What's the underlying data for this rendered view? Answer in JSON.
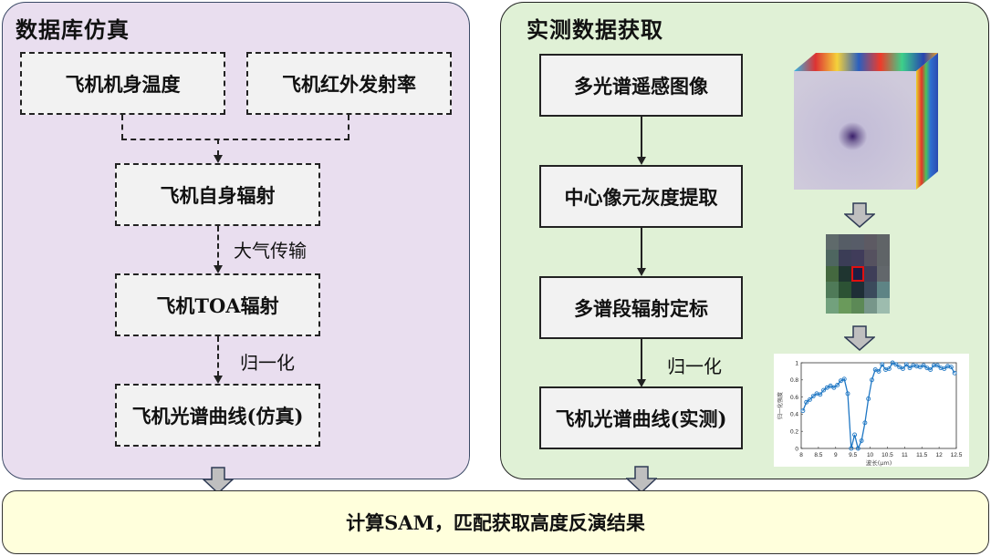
{
  "left_panel": {
    "title": "数据库仿真",
    "boxes": {
      "body_temp": "飞机机身温度",
      "ir_emissivity": "飞机红外发射率",
      "self_radiation": "飞机自身辐射",
      "toa_radiation": "飞机TOA辐射",
      "spectrum_sim": "飞机光谱曲线(仿真)"
    },
    "edge_labels": {
      "atmospheric_transfer": "大气传输",
      "normalization": "归一化"
    }
  },
  "right_panel": {
    "title": "实测数据获取",
    "boxes": {
      "multispectral_image": "多光谱遥感图像",
      "center_pixel": "中心像元灰度提取",
      "calibration": "多谱段辐射定标",
      "spectrum_measured": "飞机光谱曲线(实测)"
    },
    "edge_labels": {
      "normalization": "归一化"
    },
    "pixel_grid": {
      "colors": [
        [
          "#5f6a6b",
          "#565d66",
          "#575c68",
          "#5d5a63",
          "#606467"
        ],
        [
          "#4e6660",
          "#3b3d56",
          "#403c5a",
          "#55515f",
          "#5f6467"
        ],
        [
          "#44683f",
          "#1f3530",
          "#1d1d44",
          "#3e3e58",
          "#62676b"
        ],
        [
          "#4f7a58",
          "#2c5234",
          "#1e2e36",
          "#3b4a5c",
          "#5e8485"
        ],
        [
          "#72a17d",
          "#6a9a5b",
          "#5c8956",
          "#77968a",
          "#9dbcae"
        ]
      ],
      "highlight": {
        "row": 2,
        "col": 2,
        "color": "#e01010"
      }
    }
  },
  "bottom": {
    "label": "计算SAM，匹配获取高度反演结果"
  },
  "colors": {
    "left_panel_bg": "#e9deef",
    "right_panel_bg": "#e0f1d6",
    "bottom_bg": "#ffffdc",
    "box_bg": "#f2f2f2",
    "big_arrow_fill": "#bfbfbf",
    "big_arrow_stroke": "#2f3b55",
    "chart_line": "#1f77c4"
  },
  "chart_data": {
    "type": "line",
    "title": "",
    "xlabel": "波长(μm)",
    "ylabel": "归一化强度",
    "xlim": [
      8,
      12.5
    ],
    "ylim": [
      0,
      1
    ],
    "xticks": [
      "8",
      "8.5",
      "9",
      "9.5",
      "10",
      "10.5",
      "11",
      "11.5",
      "12",
      "12.5"
    ],
    "yticks": [
      "0",
      "0.2",
      "0.4",
      "0.6",
      "0.8",
      "1"
    ],
    "grid": false,
    "marker": "circle",
    "series": [
      {
        "name": "飞机光谱曲线(实测)",
        "x": [
          8.05,
          8.15,
          8.25,
          8.35,
          8.45,
          8.55,
          8.65,
          8.75,
          8.85,
          8.95,
          9.05,
          9.15,
          9.25,
          9.35,
          9.45,
          9.55,
          9.65,
          9.75,
          9.85,
          9.95,
          10.05,
          10.15,
          10.25,
          10.35,
          10.45,
          10.55,
          10.65,
          10.75,
          10.85,
          10.95,
          11.05,
          11.15,
          11.25,
          11.35,
          11.45,
          11.55,
          11.65,
          11.75,
          11.85,
          11.95,
          12.05,
          12.15,
          12.25,
          12.35,
          12.45
        ],
        "y": [
          0.44,
          0.54,
          0.57,
          0.61,
          0.64,
          0.63,
          0.68,
          0.71,
          0.73,
          0.71,
          0.74,
          0.79,
          0.81,
          0.64,
          0.0,
          0.16,
          0.0,
          0.09,
          0.3,
          0.58,
          0.8,
          0.92,
          0.9,
          0.98,
          0.92,
          0.93,
          1.0,
          0.98,
          0.95,
          0.93,
          0.98,
          0.94,
          0.97,
          0.96,
          0.95,
          0.97,
          0.94,
          0.92,
          0.97,
          0.97,
          0.94,
          0.93,
          0.96,
          0.95,
          0.88
        ]
      }
    ]
  }
}
